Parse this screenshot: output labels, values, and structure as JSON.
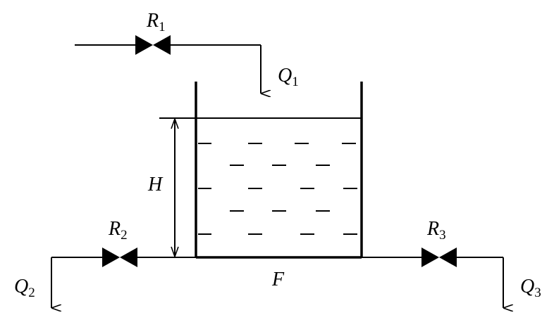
{
  "labels": {
    "r1": {
      "main": "R",
      "sub": "1"
    },
    "r2": {
      "main": "R",
      "sub": "2"
    },
    "r3": {
      "main": "R",
      "sub": "3"
    },
    "q1": {
      "main": "Q",
      "sub": "1"
    },
    "q2": {
      "main": "Q",
      "sub": "2"
    },
    "q3": {
      "main": "Q",
      "sub": "3"
    },
    "h": "H",
    "f": "F"
  },
  "colors": {
    "stroke": "#000000",
    "background": "#ffffff"
  }
}
